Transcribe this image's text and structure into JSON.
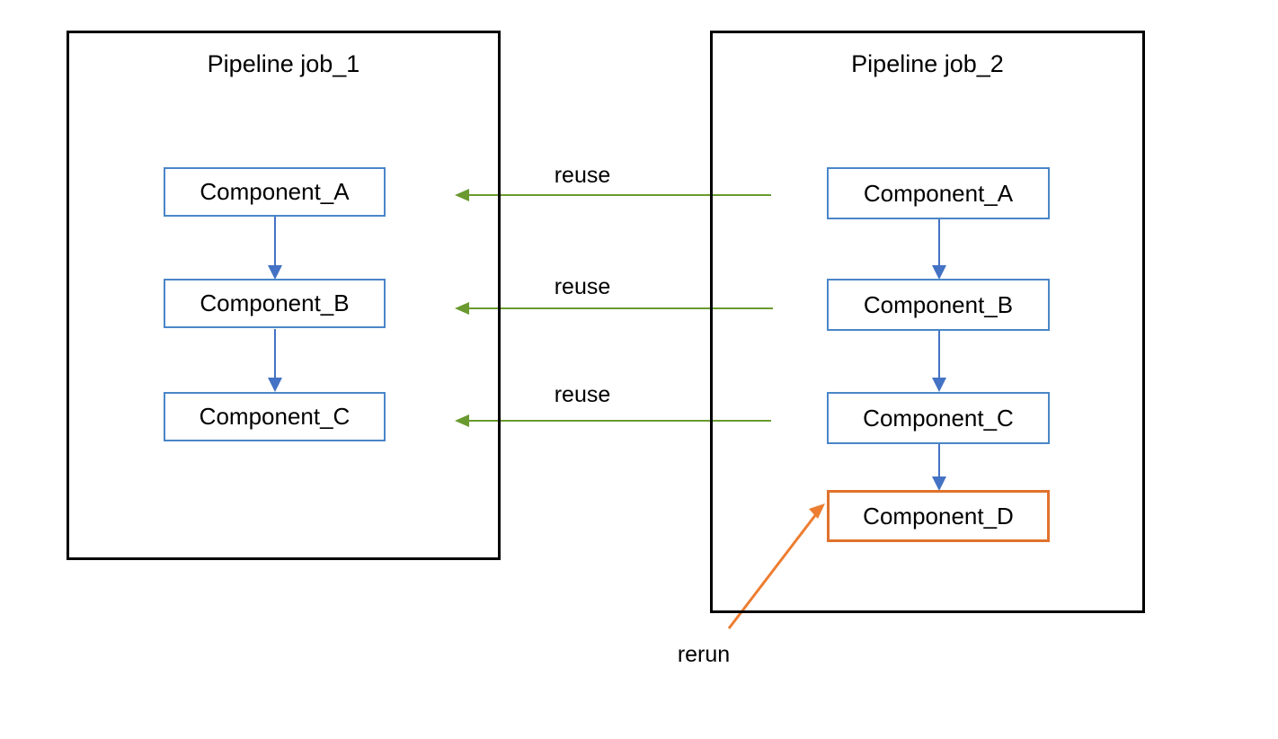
{
  "diagram": {
    "title": "",
    "colors": {
      "container_border": "#000000",
      "component_border_blue": "#4A86C8",
      "component_border_orange": "#E0722C",
      "connector_blue": "#4472C4",
      "reuse_arrow_green": "#6A9A30",
      "rerun_arrow_orange": "#ED7D31",
      "text": "#000000",
      "background": "#FFFFFF"
    },
    "jobs": [
      {
        "id": "job_1",
        "title": "Pipeline job_1",
        "components": [
          {
            "label": "Component_A",
            "state": "reused"
          },
          {
            "label": "Component_B",
            "state": "reused"
          },
          {
            "label": "Component_C",
            "state": "reused"
          }
        ]
      },
      {
        "id": "job_2",
        "title": "Pipeline job_2",
        "components": [
          {
            "label": "Component_A",
            "state": "reused"
          },
          {
            "label": "Component_B",
            "state": "reused"
          },
          {
            "label": "Component_C",
            "state": "reused"
          },
          {
            "label": "Component_D",
            "state": "rerun"
          }
        ]
      }
    ],
    "edges": {
      "reuse_labels": [
        "reuse",
        "reuse",
        "reuse"
      ],
      "rerun_label": "rerun"
    }
  }
}
